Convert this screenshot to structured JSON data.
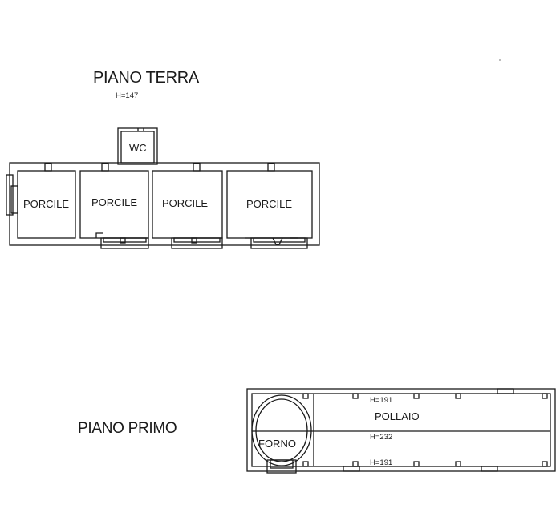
{
  "ground_floor": {
    "title": "PIANO TERRA",
    "height_note": "H=147",
    "rooms": [
      "WC",
      "PORCILE",
      "PORCILE",
      "PORCILE",
      "PORCILE"
    ]
  },
  "first_floor": {
    "title": "PIANO PRIMO",
    "rooms": [
      "FORNO",
      "POLLAIO"
    ],
    "height_notes": [
      "H=191",
      "H=232",
      "H=191"
    ]
  },
  "colors": {
    "ink": "#1a1a1a",
    "background": "#ffffff"
  }
}
